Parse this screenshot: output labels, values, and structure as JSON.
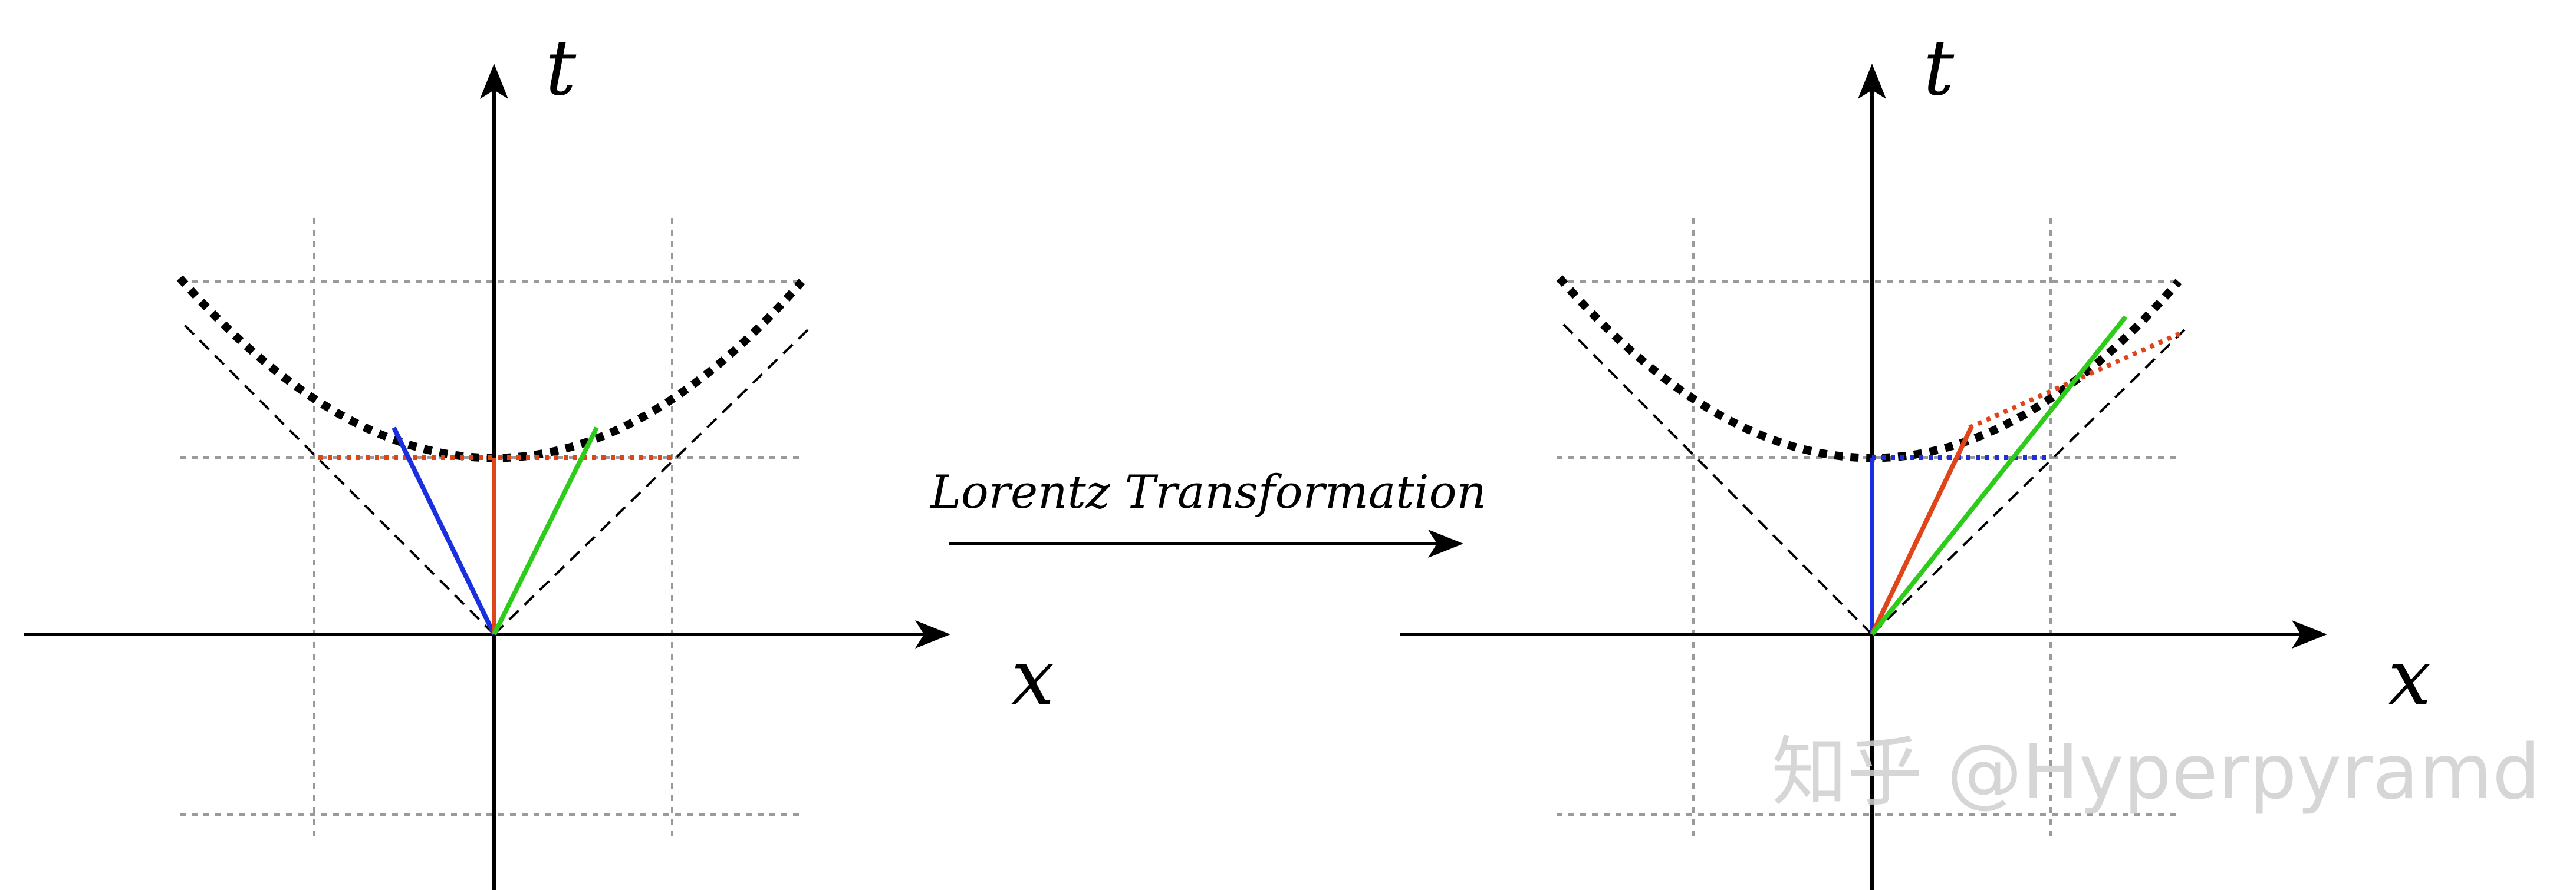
{
  "left_diagram": {
    "t_label": "t",
    "x_label": "x"
  },
  "right_diagram": {
    "t_label": "t",
    "x_label": "x"
  },
  "transformation": {
    "label": "Lorentz Transformation"
  },
  "watermark": {
    "text": "知乎 @Hyperpyramd"
  },
  "colors": {
    "blue": "#1a2fe0",
    "red": "#e0451a",
    "green": "#2ecc1a",
    "curve": "#000000",
    "grid": "#9a9a9a",
    "axis": "#000000",
    "watermark": "#c8c8c8"
  }
}
